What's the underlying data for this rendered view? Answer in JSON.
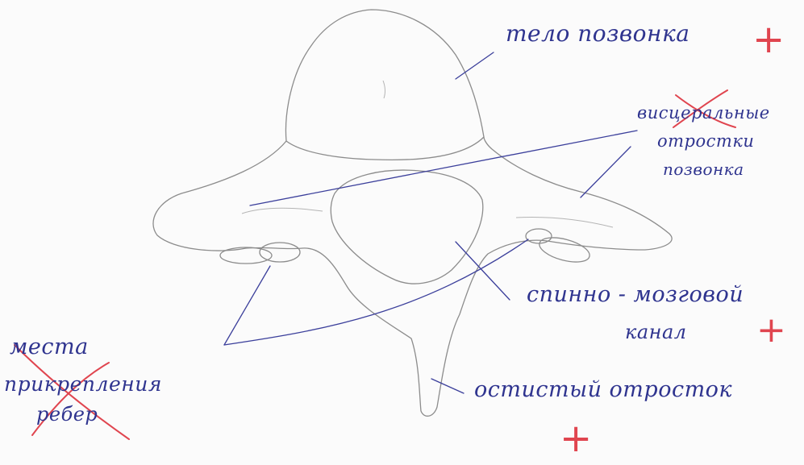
{
  "colors": {
    "paper": "#fbfbfb",
    "pencil": "#8c8c8c",
    "ink": "#3b3f9b",
    "correction": "#e0454f"
  },
  "labels": {
    "body": "тело позвонка",
    "transverse_1": "висцеральные",
    "transverse_2": "отростки",
    "transverse_3": "позвонка",
    "canal_1": "спинно - мозговой",
    "canal_2": "канал",
    "spinous": "остистый отросток",
    "ribs_1": "места",
    "ribs_2": "прикрепления",
    "ribs_3": "ребер"
  },
  "marks": {
    "plus": "+"
  }
}
